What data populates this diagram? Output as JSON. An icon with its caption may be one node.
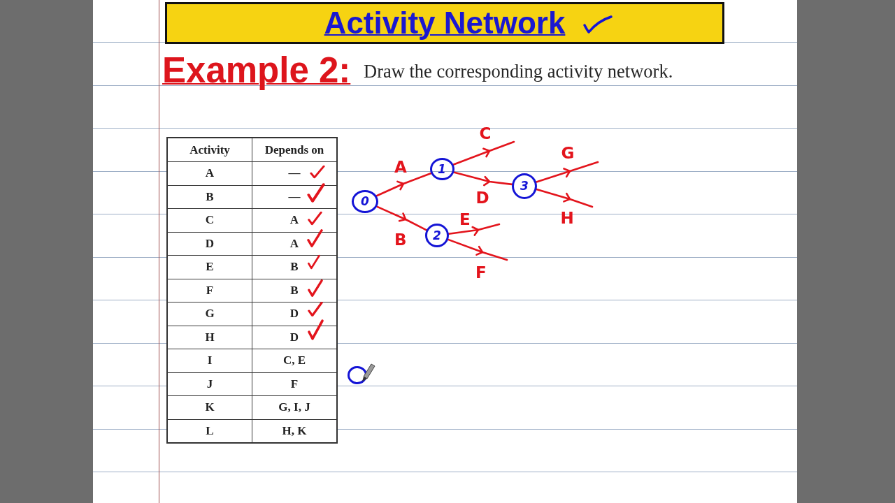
{
  "diagram": {
    "title": "Activity Network",
    "nodes": [
      {
        "text": [
          "0"
        ]
      },
      {
        "text": [
          "1"
        ]
      },
      {
        "text": [
          "2"
        ]
      },
      {
        "text": [
          "3"
        ]
      },
      {
        "text": [],
        "shape": "circle"
      }
    ],
    "edges": [
      {
        "from": 0,
        "to": 1,
        "arrow": "to",
        "label": "A"
      },
      {
        "from": 0,
        "to": 2,
        "arrow": "to",
        "label": "B"
      },
      {
        "from": 1,
        "to": null,
        "arrow": "to",
        "label": "C"
      },
      {
        "from": 1,
        "to": 3,
        "arrow": "to",
        "label": "D"
      },
      {
        "from": 2,
        "to": null,
        "arrow": "to",
        "label": "E"
      },
      {
        "from": 2,
        "to": null,
        "arrow": "to",
        "label": "F"
      },
      {
        "from": 3,
        "to": null,
        "arrow": "to",
        "label": "G"
      },
      {
        "from": 3,
        "to": null,
        "arrow": "to",
        "label": "H"
      }
    ],
    "labels": [
      "Example 2:",
      "Draw the corresponding activity network.",
      "Activity",
      "Depends on",
      "A",
      "—",
      "B",
      "—",
      "C",
      "A",
      "D",
      "A",
      "E",
      "B",
      "F",
      "B",
      "G",
      "D",
      "H",
      "D",
      "I",
      "C, E",
      "J",
      "F",
      "K",
      "G, I, J",
      "L",
      "H, K"
    ]
  }
}
